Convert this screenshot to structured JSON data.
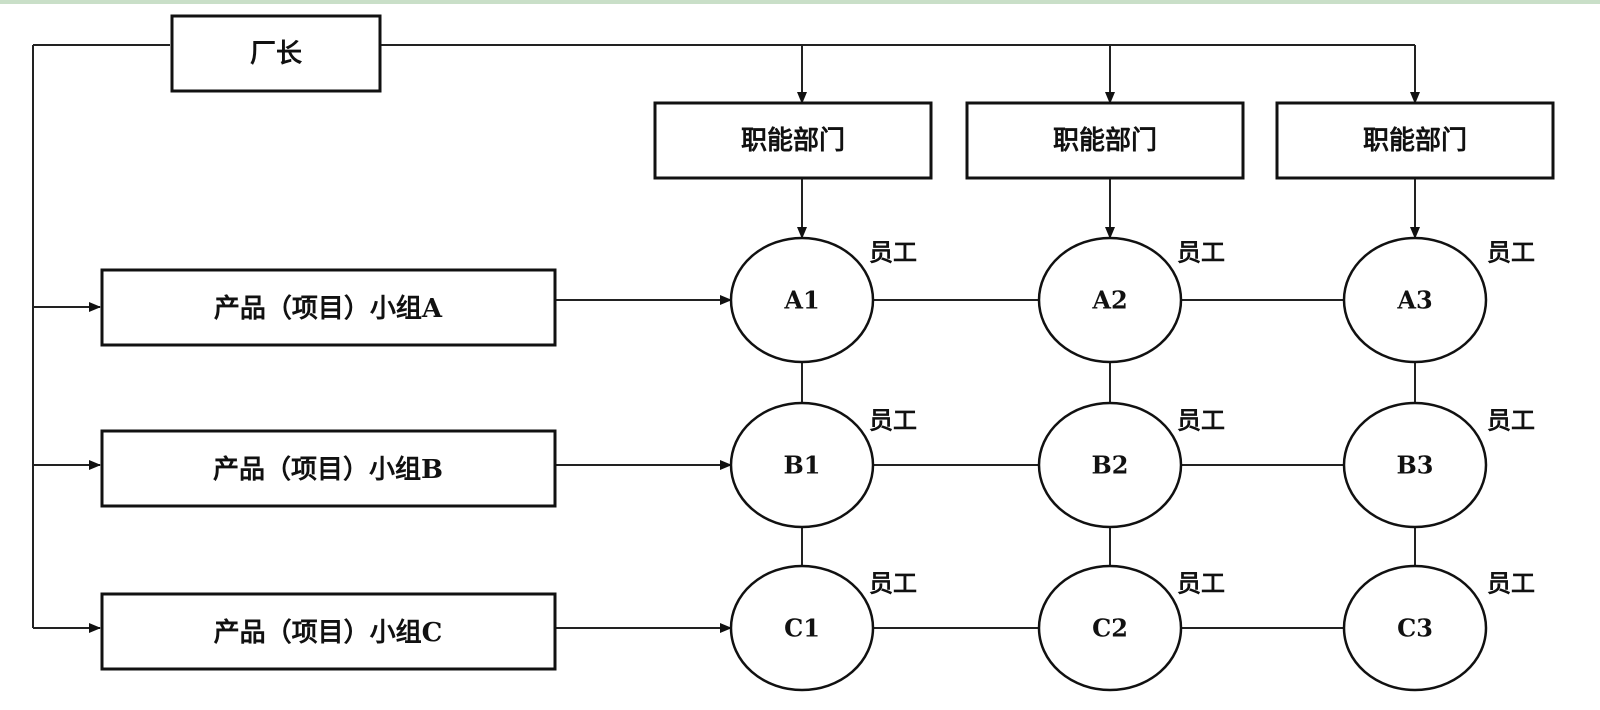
{
  "director": {
    "label": "厂长"
  },
  "departments": [
    {
      "label": "职能部门"
    },
    {
      "label": "职能部门"
    },
    {
      "label": "职能部门"
    }
  ],
  "groups": [
    {
      "label": "产品（项目）小组A"
    },
    {
      "label": "产品（项目）小组B"
    },
    {
      "label": "产品（项目）小组C"
    }
  ],
  "nodes": [
    [
      {
        "label": "A1",
        "tag": "员工"
      },
      {
        "label": "A2",
        "tag": "员工"
      },
      {
        "label": "A3",
        "tag": "员工"
      }
    ],
    [
      {
        "label": "B1",
        "tag": "员工"
      },
      {
        "label": "B2",
        "tag": "员工"
      },
      {
        "label": "B3",
        "tag": "员工"
      }
    ],
    [
      {
        "label": "C1",
        "tag": "员工"
      },
      {
        "label": "C2",
        "tag": "员工"
      },
      {
        "label": "C3",
        "tag": "员工"
      }
    ]
  ]
}
